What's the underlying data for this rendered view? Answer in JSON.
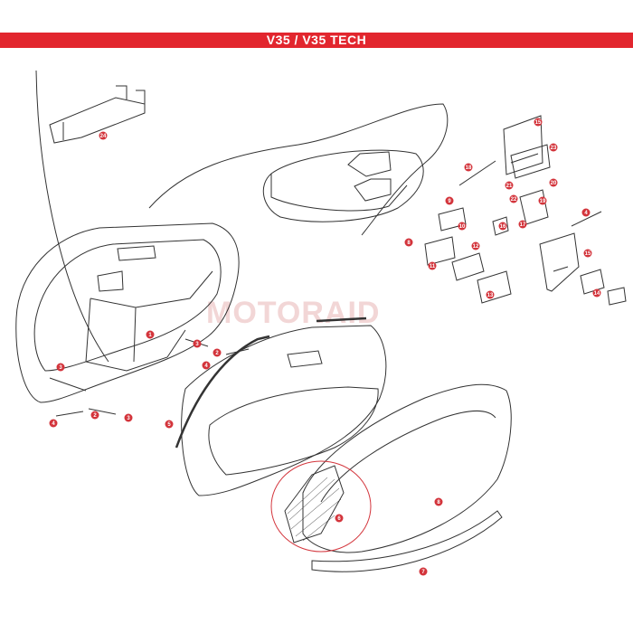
{
  "header": {
    "title": "V35 / V35 TECH"
  },
  "watermark": {
    "text": "MOTORAID"
  },
  "colors": {
    "accent": "#e2262e",
    "callout": "#d3343b",
    "line": "#333333"
  },
  "callouts": [
    {
      "id": "c24",
      "label": "24"
    },
    {
      "id": "c15",
      "label": "15"
    },
    {
      "id": "c23",
      "label": "23"
    },
    {
      "id": "c18",
      "label": "18"
    },
    {
      "id": "c21",
      "label": "21"
    },
    {
      "id": "c20",
      "label": "20"
    },
    {
      "id": "c22",
      "label": "22"
    },
    {
      "id": "c19",
      "label": "19"
    },
    {
      "id": "c4a",
      "label": "4"
    },
    {
      "id": "c10",
      "label": "10"
    },
    {
      "id": "c9",
      "label": "9"
    },
    {
      "id": "c16",
      "label": "16"
    },
    {
      "id": "c17",
      "label": "17"
    },
    {
      "id": "c8",
      "label": "8"
    },
    {
      "id": "c11",
      "label": "11"
    },
    {
      "id": "c12",
      "label": "12"
    },
    {
      "id": "c15b",
      "label": "15"
    },
    {
      "id": "c13",
      "label": "13"
    },
    {
      "id": "c14",
      "label": "14"
    },
    {
      "id": "c1",
      "label": "1"
    },
    {
      "id": "c3a",
      "label": "3"
    },
    {
      "id": "c2a",
      "label": "2"
    },
    {
      "id": "c4b",
      "label": "4"
    },
    {
      "id": "c3b",
      "label": "3"
    },
    {
      "id": "c4c",
      "label": "4"
    },
    {
      "id": "c2b",
      "label": "2"
    },
    {
      "id": "c3c",
      "label": "3"
    },
    {
      "id": "c5",
      "label": "5"
    },
    {
      "id": "c6",
      "label": "6"
    },
    {
      "id": "c8b",
      "label": "8"
    },
    {
      "id": "c7",
      "label": "7"
    }
  ]
}
